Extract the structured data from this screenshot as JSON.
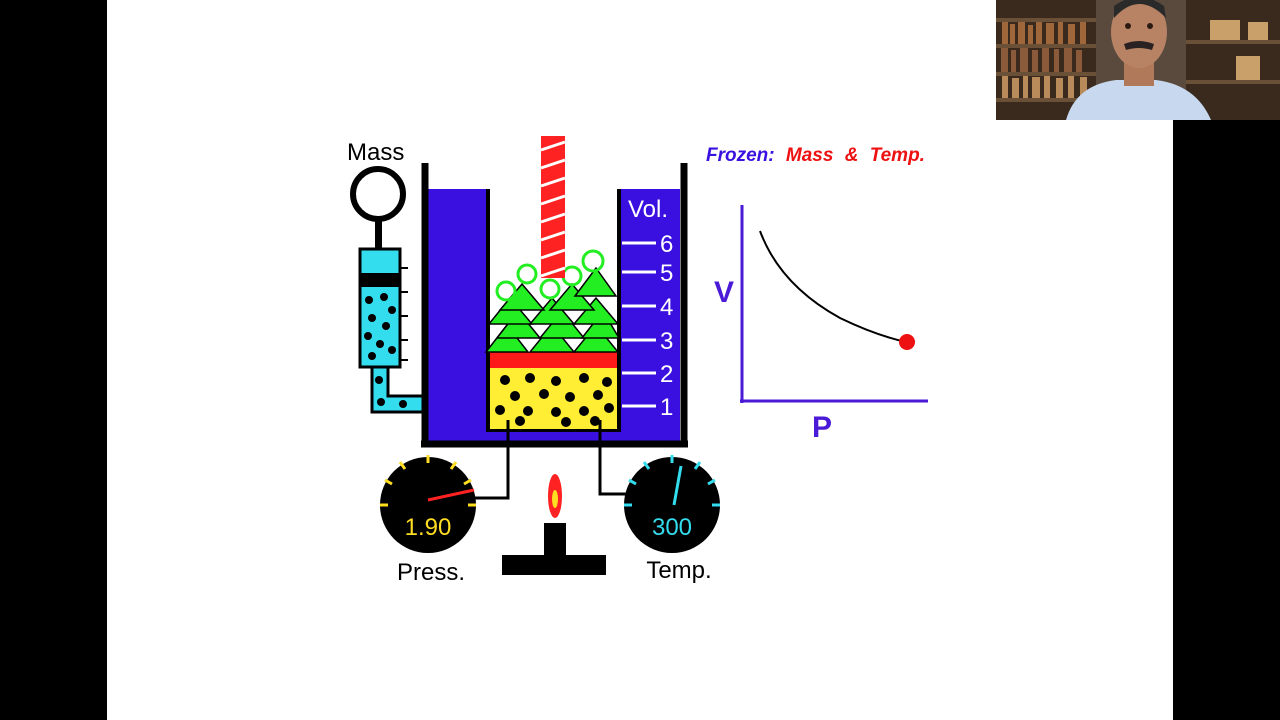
{
  "labels": {
    "mass": "Mass",
    "vol": "Vol.",
    "press": "Press.",
    "temp": "Temp.",
    "v_axis": "V",
    "p_axis": "P"
  },
  "frozen": {
    "prefix": "Frozen:",
    "mass": "Mass",
    "amp": "&",
    "temp": "Temp."
  },
  "volume_scale": [
    "1",
    "2",
    "3",
    "4",
    "5",
    "6"
  ],
  "gauges": {
    "pressure_value": "1.90",
    "temperature_value": "300"
  },
  "colors": {
    "container": "#3a10e0",
    "piston_red": "#ff1a1a",
    "gas_yellow": "#ffee33",
    "weight_green": "#22ee22",
    "syringe_cyan": "#33ddee",
    "axis_blue": "#4a1ad6",
    "frozen_blue": "#3a10e0",
    "frozen_red": "#ee1111",
    "gauge_yellow": "#ffdd22",
    "gauge_cyan": "#33ddee",
    "curve_point": "#ee1111"
  }
}
